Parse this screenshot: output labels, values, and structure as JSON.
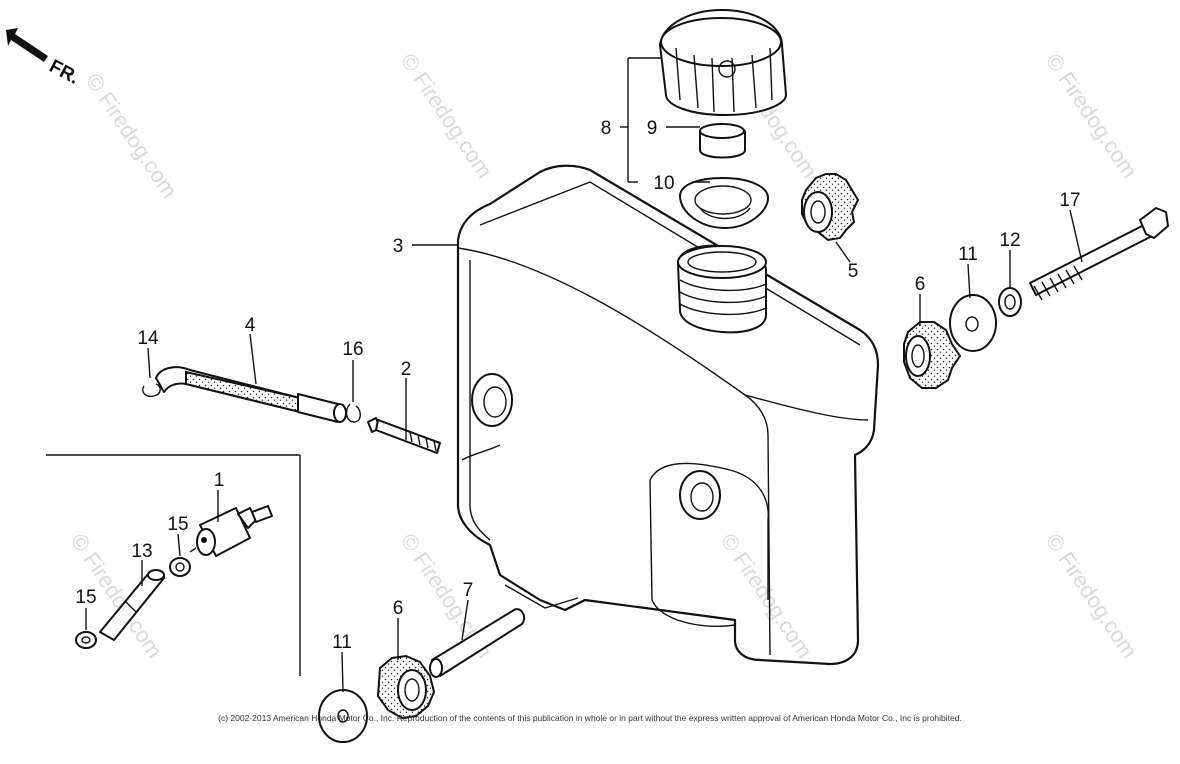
{
  "orientation": {
    "arrow_label": "FR."
  },
  "watermark": {
    "text": "© Firedog.com"
  },
  "copyright": "(c) 2002-2013 American Honda Motor Co., Inc. Reproduction of the contents of this publication in whole or in part without the express written approval of American Honda Motor Co., Inc is prohibited.",
  "callouts": [
    {
      "id": "c1",
      "label": "1",
      "part": "fuel-strainer"
    },
    {
      "id": "c2",
      "label": "2",
      "part": "bolt"
    },
    {
      "id": "c3",
      "label": "3",
      "part": "fuel-tank"
    },
    {
      "id": "c4",
      "label": "4",
      "part": "breather-tube"
    },
    {
      "id": "c5",
      "label": "5",
      "part": "mount-rubber"
    },
    {
      "id": "c6a",
      "label": "6",
      "part": "mount-rubber"
    },
    {
      "id": "c6b",
      "label": "6",
      "part": "mount-rubber"
    },
    {
      "id": "c7",
      "label": "7",
      "part": "collar"
    },
    {
      "id": "c8",
      "label": "8",
      "part": "fuel-cap-assembly"
    },
    {
      "id": "c9",
      "label": "9",
      "part": "cap-packing"
    },
    {
      "id": "c10",
      "label": "10",
      "part": "cap-gasket"
    },
    {
      "id": "c11a",
      "label": "11",
      "part": "washer"
    },
    {
      "id": "c11b",
      "label": "11",
      "part": "washer"
    },
    {
      "id": "c12",
      "label": "12",
      "part": "spring-washer"
    },
    {
      "id": "c13",
      "label": "13",
      "part": "fuel-tube"
    },
    {
      "id": "c14",
      "label": "14",
      "part": "tube-clip"
    },
    {
      "id": "c15a",
      "label": "15",
      "part": "tube-clip"
    },
    {
      "id": "c15b",
      "label": "15",
      "part": "tube-clip"
    },
    {
      "id": "c16",
      "label": "16",
      "part": "tube-clip"
    },
    {
      "id": "c17",
      "label": "17",
      "part": "long-bolt"
    }
  ]
}
